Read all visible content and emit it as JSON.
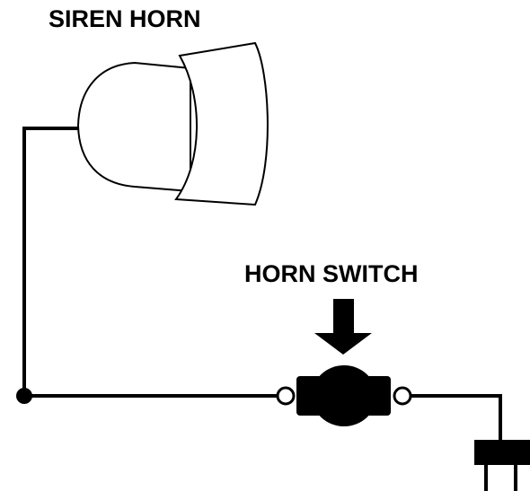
{
  "labels": {
    "siren_horn": "SIREN HORN",
    "horn_switch": "HORN SWITCH"
  },
  "components": [
    {
      "name": "siren-horn",
      "icon": "siren-horn-icon"
    },
    {
      "name": "horn-switch",
      "icon": "push-switch-icon"
    },
    {
      "name": "connector-plug",
      "icon": "plug-icon"
    }
  ],
  "colors": {
    "line": "#000000",
    "background": "#ffffff"
  }
}
